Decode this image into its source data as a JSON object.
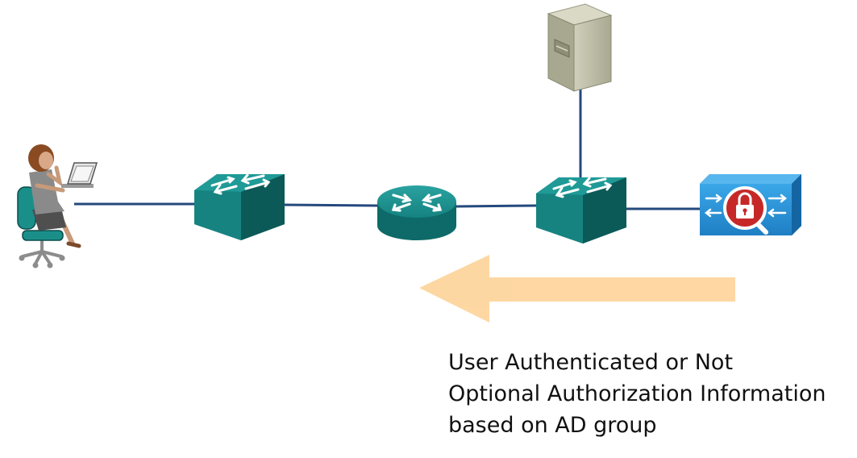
{
  "colors": {
    "link": "#24497d",
    "device_teal": "#168381",
    "device_teal_dark": "#0b5a58",
    "server_body": "#b9b9a3",
    "firewall_blue": "#2b92d6",
    "lock_red": "#c62828",
    "arrow_orange": "#fdbf6a"
  },
  "nodes": [
    {
      "id": "user",
      "type": "user-workstation",
      "icon": "user-at-laptop-icon"
    },
    {
      "id": "switch1",
      "type": "switch",
      "icon": "switch-icon"
    },
    {
      "id": "router",
      "type": "router",
      "icon": "router-icon"
    },
    {
      "id": "switch2",
      "type": "switch",
      "icon": "switch-icon"
    },
    {
      "id": "server",
      "type": "server",
      "icon": "server-icon"
    },
    {
      "id": "firewall",
      "type": "security-appliance",
      "icon": "padlock-firewall-icon"
    }
  ],
  "links": [
    {
      "from": "user",
      "to": "switch1"
    },
    {
      "from": "switch1",
      "to": "router"
    },
    {
      "from": "router",
      "to": "switch2"
    },
    {
      "from": "switch2",
      "to": "server"
    },
    {
      "from": "switch2",
      "to": "firewall"
    }
  ],
  "flow_arrow": {
    "direction": "left",
    "from": "firewall",
    "to": "router"
  },
  "caption": {
    "line1": "User Authenticated or Not",
    "line2": "Optional Authorization Information",
    "line3": "based on AD group"
  }
}
